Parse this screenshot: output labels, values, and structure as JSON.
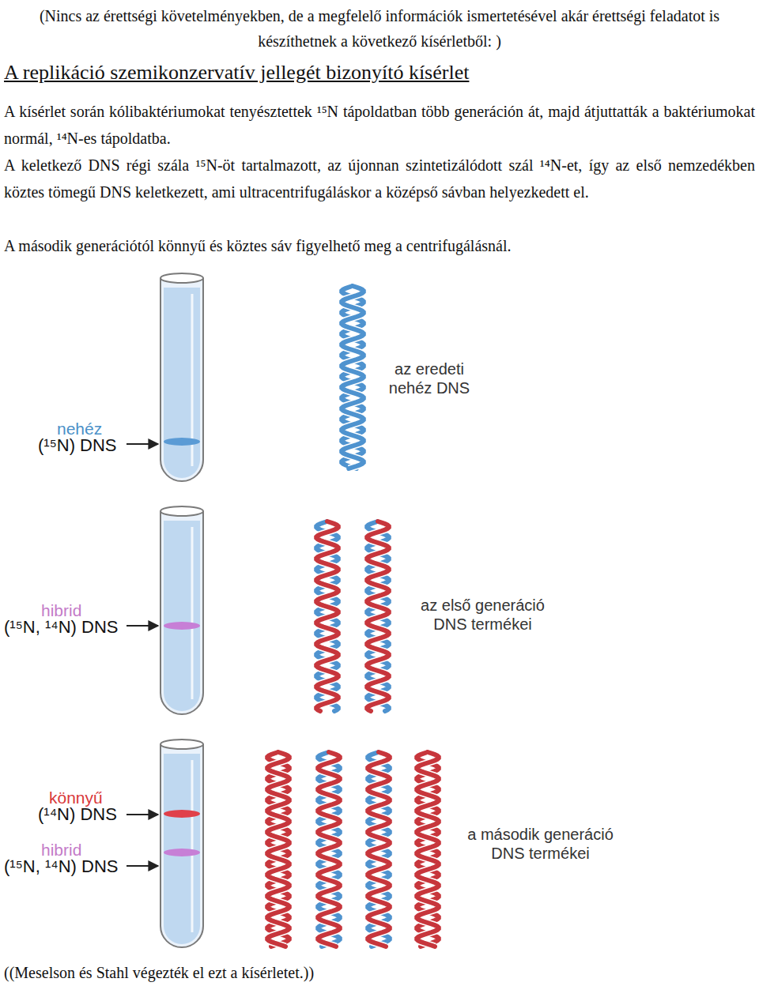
{
  "diagram": {
    "title": "A replikáció szemikonzervatív jellegét bizonyító kísérlet",
    "caption": "((Meselson és Stahl végezték el ezt a kísérletet.))",
    "labels": [
      "(Nincs az érettségi követelményekben, de a megfelelő információk ismertetésével akár érettségi feladatot is készíthetnek a következő kísérletből: )",
      "A kísérlet során kólibaktériumokat tenyésztettek ¹⁵N tápoldatban több generáción át, majd átjuttatták a baktériumokat normál, ¹⁴N-es tápoldatba.",
      "A keletkező DNS régi szála ¹⁵N-öt tartalmazott, az újonnan szintetizálódott szál ¹⁴N-et, így az első nemzedékben köztes tömegű DNS keletkezett, ami ultracentrifugáláskor a középső sávban helyezkedett el.",
      "A második generációtól könnyű és köztes sáv figyelhető meg a centrifugálásnál.",
      "nehéz",
      "(¹⁵N) DNS",
      "az eredeti nehéz DNS",
      "hibrid",
      "(¹⁵N, ¹⁴N) DNS",
      "az első generáció DNS termékei",
      "könnyű",
      "(¹⁴N) DNS",
      "hibrid",
      "(¹⁵N, ¹⁴N) DNS",
      "a második generáció DNS termékei"
    ]
  }
}
